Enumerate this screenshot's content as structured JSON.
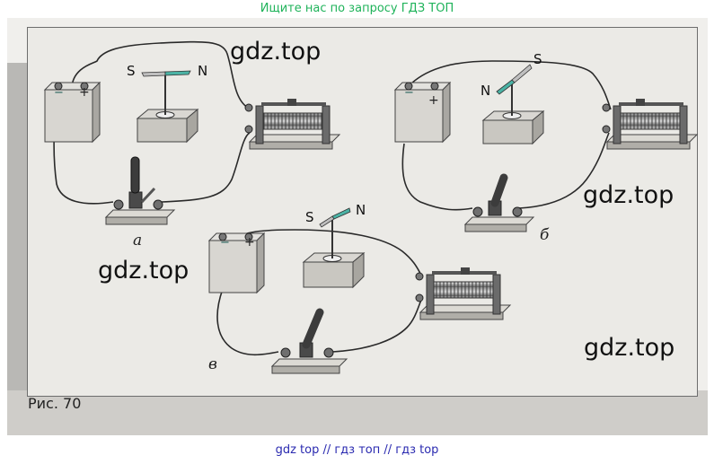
{
  "banner": "Ищите нас по запросу ГДЗ ТОП",
  "watermarks": [
    "gdz.top",
    "gdz.top",
    "gdz.top",
    "gdz.top"
  ],
  "figure": {
    "caption": "Рис. 70",
    "labels": {
      "a": "а",
      "b": "б",
      "v": "в"
    },
    "poles": {
      "S": "S",
      "N": "N"
    },
    "battery_signs": {
      "minus": "−",
      "plus": "+"
    }
  },
  "footer": "gdz top // гдз топ // гдз top",
  "colors": {
    "banner": "#1fb35a",
    "footer": "#2a2ab0",
    "needle_tip": "#4bb3a5"
  }
}
